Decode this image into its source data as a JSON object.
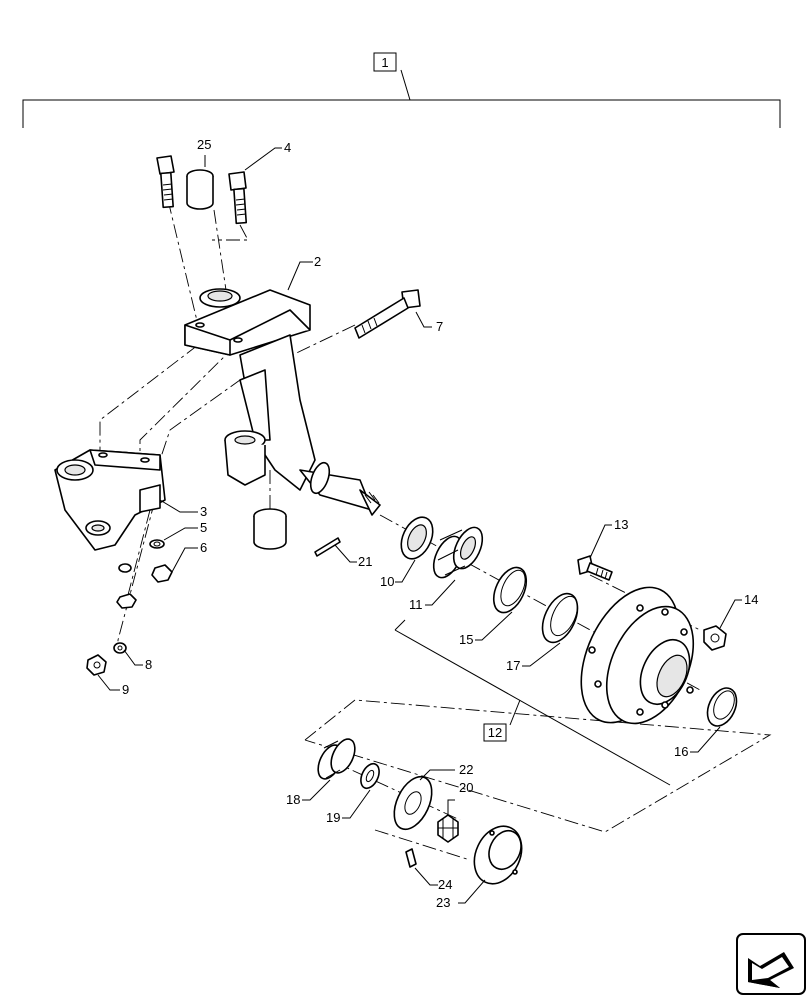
{
  "callouts": {
    "c1": "1",
    "c2": "2",
    "c3": "3",
    "c4": "4",
    "c5": "5",
    "c6": "6",
    "c7": "7",
    "c8": "8",
    "c9": "9",
    "c10": "10",
    "c11": "11",
    "c12": "12",
    "c13": "13",
    "c14": "14",
    "c15": "15",
    "c16": "16",
    "c17": "17",
    "c18": "18",
    "c19": "19",
    "c20": "20",
    "c21": "21",
    "c22": "22",
    "c23": "23",
    "c24": "24",
    "c25": "25"
  },
  "nav_icon": "next-page-arrow-icon"
}
